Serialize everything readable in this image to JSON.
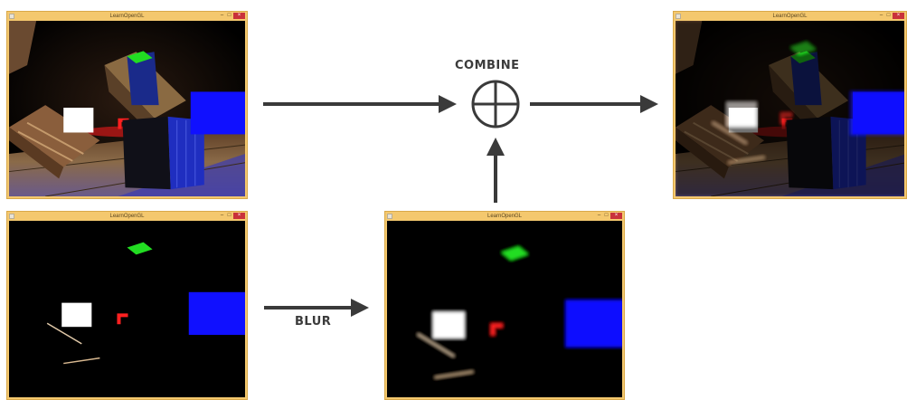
{
  "windows": [
    {
      "id": "scene",
      "title": "LearnOpenGL"
    },
    {
      "id": "brightness",
      "title": "LearnOpenGL"
    },
    {
      "id": "blurred",
      "title": "LearnOpenGL"
    },
    {
      "id": "result",
      "title": "LearnOpenGL"
    }
  ],
  "labels": {
    "combine": "COMBINE",
    "blur": "BLUR"
  },
  "window_buttons": {
    "minimize": "–",
    "maximize": "□",
    "close": "×"
  },
  "colors": {
    "window_frame": "#f4c86e",
    "arrow": "#3a3a3a",
    "green_cube": "#22dd22",
    "blue_cube": "#1010ff",
    "red_light": "#ff2020"
  }
}
